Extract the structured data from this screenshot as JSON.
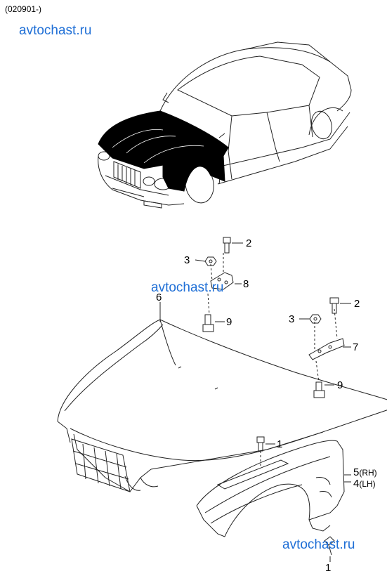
{
  "header": {
    "code": "(020901-)"
  },
  "watermark": {
    "text": "avtochast.ru",
    "color": "#1f6fd6"
  },
  "callouts": {
    "hood": "6",
    "hinge_rh": "8",
    "hinge_lh": "7",
    "bolt_top": "2",
    "nut": "3",
    "bolt_bottom": "9",
    "fender_bolt": "1",
    "fender_rh": "5",
    "fender_rh_side": "(RH)",
    "fender_lh": "4",
    "fender_lh_side": "(LH)"
  },
  "colors": {
    "line": "#222222",
    "highlight": "#000000"
  }
}
